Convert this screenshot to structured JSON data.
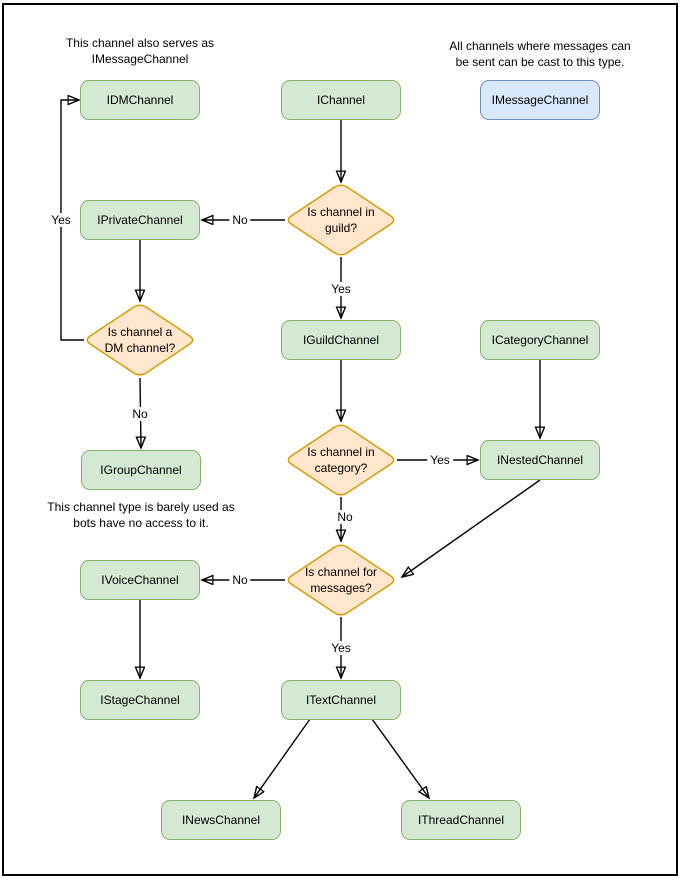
{
  "nodes": {
    "idmchannel": {
      "label": "IDMChannel"
    },
    "ichannel": {
      "label": "IChannel"
    },
    "imessagechannel": {
      "label": "IMessageChannel"
    },
    "iprivatechannel": {
      "label": "IPrivateChannel"
    },
    "iguildchannel": {
      "label": "IGuildChannel"
    },
    "icategorychannel": {
      "label": "ICategoryChannel"
    },
    "igroupchannel": {
      "label": "IGroupChannel"
    },
    "inestedchannel": {
      "label": "INestedChannel"
    },
    "ivoicechannel": {
      "label": "IVoiceChannel"
    },
    "istagechannel": {
      "label": "IStageChannel"
    },
    "itextchannel": {
      "label": "ITextChannel"
    },
    "inewschannel": {
      "label": "INewsChannel"
    },
    "ithreadchannel": {
      "label": "IThreadChannel"
    }
  },
  "decisions": {
    "in_guild": {
      "line1": "Is channel in",
      "line2": "guild?"
    },
    "is_dm": {
      "line1": "Is channel a",
      "line2": "DM channel?"
    },
    "in_category": {
      "line1": "Is channel in",
      "line2": "category?"
    },
    "for_messages": {
      "line1": "Is channel for",
      "line2": "messages?"
    }
  },
  "annotations": {
    "dm_note": {
      "line1": "This channel also serves as",
      "line2": "IMessageChannel"
    },
    "cast_note": {
      "line1": "All channels where messages can",
      "line2": "be sent can be cast to this type."
    },
    "group_note": {
      "line1": "This channel type is barely used as",
      "line2": "bots have no access to it."
    }
  },
  "edge_labels": {
    "guild_no": "No",
    "guild_yes": "Yes",
    "dm_yes": "Yes",
    "dm_no": "No",
    "category_yes": "Yes",
    "category_no": "No",
    "messages_no": "No",
    "messages_yes": "Yes"
  },
  "colors": {
    "node_fill_green": "#d5e8d4",
    "node_stroke_green": "#82b366",
    "node_fill_blue": "#dae8fc",
    "node_stroke_blue": "#6c8ebf",
    "decision_fill": "#ffe6cc",
    "decision_stroke": "#d79b00",
    "arrow": "#000000",
    "background": "#ffffff",
    "frame_border": "#000000"
  }
}
